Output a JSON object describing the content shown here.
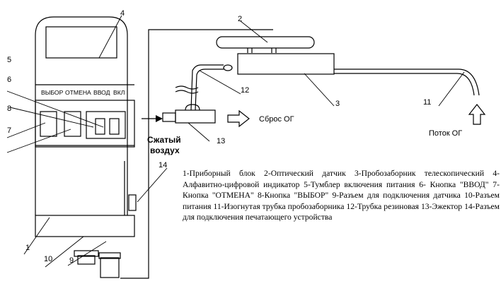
{
  "labels": {
    "n1": "1",
    "n2": "2",
    "n3": "3",
    "n4": "4",
    "n5": "5",
    "n6": "6",
    "n7": "7",
    "n8": "8",
    "n9": "9",
    "n10": "10",
    "n11": "11",
    "n12": "12",
    "n13": "13",
    "n14": "14"
  },
  "panel": {
    "vybor": "ВЫБОР",
    "otmena": "ОТМЕНА",
    "vvod": "ВВОД",
    "vkl": "ВКЛ"
  },
  "captions": {
    "sbros": "Сброс ОГ",
    "potok": "Поток ОГ",
    "szhatyi": "Сжатый",
    "vozduh": "воздух"
  },
  "legend": [
    "1-Приборный блок",
    "2-Оптический датчик",
    "3-Пробозаборник телескопический",
    "4-Алфавитно-цифровой индикатор",
    "5-Тумблер включения питания",
    "6- Кнопка \"ВВОД\"",
    "7-Кнопка \"ОТМЕНА\"",
    "8-Кнопка \"ВЫБОР\"",
    "9-Разъем для подключения датчика",
    "10-Разъем питания",
    "11-Изогнутая трубка пробозаборника",
    "12-Трубка резиновая",
    "13-Эжектор",
    "14-Разъем для подключения печатающего устройства"
  ]
}
